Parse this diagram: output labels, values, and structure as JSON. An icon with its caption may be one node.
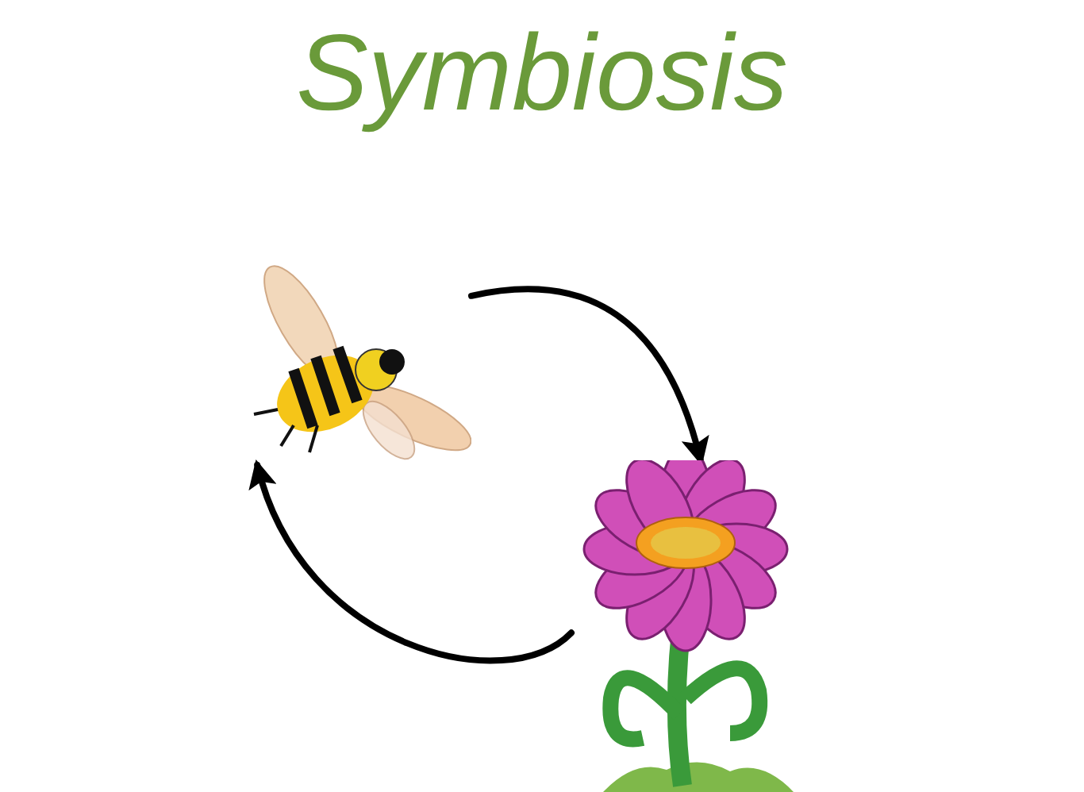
{
  "diagram": {
    "title": "Symbiosis",
    "nodes": [
      {
        "text": [],
        "shape": "picture"
      },
      {
        "text": [],
        "shape": "picture"
      }
    ],
    "edges": [
      {
        "from": 0,
        "to": 1,
        "arrow": "to"
      },
      {
        "from": 1,
        "to": 0,
        "arrow": "to"
      }
    ]
  }
}
